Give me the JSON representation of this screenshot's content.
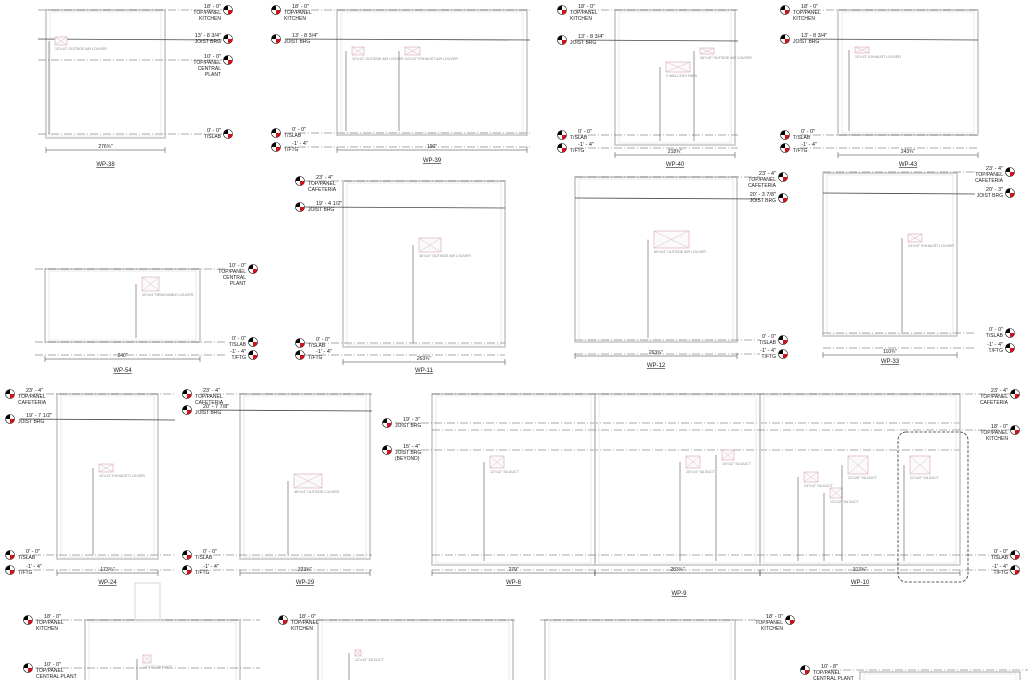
{
  "sheet": {
    "colors": {
      "marker_black": "#000000",
      "marker_red": "#d0121b",
      "opening_outline": "#d9a5b5"
    },
    "group_label": "WP-9",
    "panels": [
      {
        "id": "WP-38",
        "width": "276¾\"",
        "levels": [
          {
            "elev": "18' - 0\"",
            "name": [
              "TOP/PANEL",
              "KITCHEN"
            ]
          },
          {
            "elev": "13' - 8 3/4\"",
            "name": [
              "JOIST BRG"
            ]
          },
          {
            "elev": "10' - 0\"",
            "name": [
              "TOP/PANEL",
              "CENTRAL",
              "PLANT"
            ]
          },
          {
            "elev": "0' - 0\"",
            "name": [
              "T/SLAB"
            ]
          }
        ],
        "openings": [
          "12\"x12\" OUTSIDE AIR LOUVER"
        ]
      },
      {
        "id": "WP-39",
        "width": "190\"",
        "levels": [
          {
            "elev": "18' - 0\"",
            "name": [
              "TOP/PANEL",
              "KITCHEN"
            ]
          },
          {
            "elev": "13' - 8 3/4\"",
            "name": [
              "JOIST BRG"
            ]
          },
          {
            "elev": "0' - 0\"",
            "name": [
              "T/SLAB"
            ]
          },
          {
            "elev": "-1' - 4\"",
            "name": [
              "T/FTG"
            ]
          }
        ],
        "openings": [
          "12\"x12\" OUTSIDE AIR LOUVER",
          "24\"x12\" EXHAUST AIR LOUVER"
        ]
      },
      {
        "id": "WP-40",
        "width": "218¾\"",
        "levels": [
          {
            "elev": "18' - 0\"",
            "name": [
              "TOP/PANEL",
              "KITCHEN"
            ]
          },
          {
            "elev": "13' - 8 3/4\"",
            "name": [
              "JOIST BRG"
            ]
          },
          {
            "elev": "0' - 0\"",
            "name": [
              "T/SLAB"
            ]
          },
          {
            "elev": "-1' - 4\"",
            "name": [
              "T/FTG"
            ]
          }
        ],
        "openings": [
          "2 WALL EXH FANS",
          "36\"x12\" OUTSIDE AIR LOUVER"
        ]
      },
      {
        "id": "WP-43",
        "width": "243¾\"",
        "levels": [
          {
            "elev": "18' - 0\"",
            "name": [
              "TOP/PANEL",
              "KITCHEN"
            ]
          },
          {
            "elev": "13' - 8 3/4\"",
            "name": [
              "JOIST BRG"
            ]
          },
          {
            "elev": "0' - 0\"",
            "name": [
              "T/SLAB"
            ]
          },
          {
            "elev": "-1' - 4\"",
            "name": [
              "T/FTG"
            ]
          }
        ],
        "openings": [
          "24\"x12\" EXHAUST LOUVER"
        ]
      },
      {
        "id": "WP-54",
        "width": "240\"",
        "levels": [
          {
            "elev": "10' - 0\"",
            "name": [
              "TOP/PANEL",
              "CENTRAL",
              "PLANT"
            ]
          },
          {
            "elev": "0' - 0\"",
            "name": [
              "T/SLAB"
            ]
          },
          {
            "elev": "-1' - 4\"",
            "name": [
              "T/FTG"
            ]
          }
        ],
        "openings": [
          "30\"x24\" REMOVABLE LOUVER"
        ]
      },
      {
        "id": "WP-11",
        "width": "263¾\"",
        "levels": [
          {
            "elev": "23' - 4\"",
            "name": [
              "TOP/PANEL",
              "CAFETERIA"
            ]
          },
          {
            "elev": "19' - 4 1/2\"",
            "name": [
              "JOIST BRG"
            ]
          },
          {
            "elev": "0' - 0\"",
            "name": [
              "T/SLAB"
            ]
          },
          {
            "elev": "-1' - 4\"",
            "name": [
              "T/FTG"
            ]
          }
        ],
        "openings": [
          "36\"x24\" OUTSIDE AIR LOUVER"
        ]
      },
      {
        "id": "WP-12",
        "width": "263¾\"",
        "levels": [
          {
            "elev": "23' - 4\"",
            "name": [
              "TOP/PANEL",
              "CAFETERIA"
            ]
          },
          {
            "elev": "20' - 3 7/8\"",
            "name": [
              "JOIST BRG"
            ]
          },
          {
            "elev": "0' - 0\"",
            "name": [
              "T/SLAB"
            ]
          },
          {
            "elev": "-1' - 4\"",
            "name": [
              "T/FTG"
            ]
          }
        ],
        "openings": [
          "60\"x24\" OUTSIDE AIR LOUVER"
        ]
      },
      {
        "id": "WP-33",
        "width": "110¾\"",
        "levels": [
          {
            "elev": "23' - 4\"",
            "name": [
              "TOP/PANEL",
              "CAFETERIA"
            ]
          },
          {
            "elev": "20' - 3\"",
            "name": [
              "JOIST BRG"
            ]
          },
          {
            "elev": "0' - 0\"",
            "name": [
              "T/SLAB"
            ]
          },
          {
            "elev": "-1' - 4\"",
            "name": [
              "T/FTG"
            ]
          }
        ],
        "openings": [
          "24\"x12\" EXHAUST LOUVER"
        ]
      },
      {
        "id": "WP-24",
        "width": "173¾\"",
        "levels": [
          {
            "elev": "23' - 4\"",
            "name": [
              "TOP/PANEL",
              "CAFETERIA"
            ]
          },
          {
            "elev": "19' - 7 1/2\"",
            "name": [
              "JOIST BRG"
            ]
          },
          {
            "elev": "0' - 0\"",
            "name": [
              "T/SLAB"
            ]
          },
          {
            "elev": "-1' - 4\"",
            "name": [
              "T/FTG"
            ]
          }
        ],
        "openings": [
          "24\"x12\" EXHAUST LOUVER"
        ]
      },
      {
        "id": "WP-29",
        "width": "333¾\"",
        "levels": [
          {
            "elev": "23' - 4\"",
            "name": [
              "TOP/PANEL",
              "CAFETERIA"
            ]
          },
          {
            "elev": "20' - 7 7/8\"",
            "name": [
              "JOIST BRG"
            ]
          },
          {
            "elev": "0' - 0\"",
            "name": [
              "T/SLAB"
            ]
          },
          {
            "elev": "-1' - 4\"",
            "name": [
              "T/FTG"
            ]
          }
        ],
        "openings": [
          "48\"x24\" OUTSIDE LOUVER"
        ]
      },
      {
        "id": "WP-8",
        "width": "279\"",
        "levels": [
          {
            "elev": "19' - 3\"",
            "name": [
              "JOIST BRG"
            ]
          },
          {
            "elev": "15' - 4\"",
            "name": [
              "JOIST BRG",
              "(BEYOND)"
            ]
          }
        ],
        "openings": [
          "12\"x12\" SA DUCT"
        ]
      },
      {
        "id": "",
        "width": "283¾\"",
        "levels": [],
        "openings": [
          "20\"x14\" SA DUCT",
          "14\"x12\" SA DUCT"
        ]
      },
      {
        "id": "WP-10",
        "width": "313¾\"",
        "levels": [
          {
            "elev": "23' - 4\"",
            "name": [
              "TOP/PANEL",
              "CAFETERIA"
            ]
          },
          {
            "elev": "18' - 0\"",
            "name": [
              "TOP/PANEL",
              "KITCHEN"
            ]
          },
          {
            "elev": "0' - 0\"",
            "name": [
              "T/SLAB"
            ]
          },
          {
            "elev": "-1' - 4\"",
            "name": [
              "T/FTG"
            ]
          }
        ],
        "openings": [
          "24\"x12\" SA DUCT",
          "12\"x12\" SA DUCT",
          "22\"x20\" SA DUCT",
          "22\"x20\" SA DUCT"
        ]
      },
      {
        "id": "",
        "width": "",
        "levels": [
          {
            "elev": "18' - 0\"",
            "name": [
              "TOP/PANEL",
              "KITCHEN"
            ]
          },
          {
            "elev": "10' - 0\"",
            "name": [
              "TOP/PANEL",
              "CENTRAL PLANT"
            ]
          }
        ],
        "openings": [
          "12\"x12\" SA DUCT"
        ]
      },
      {
        "id": "",
        "width": "",
        "levels": [
          {
            "elev": "18' - 0\"",
            "name": [
              "TOP/PANEL",
              "KITCHEN"
            ]
          }
        ],
        "openings": [
          "12\"x12\" SA DUCT"
        ]
      },
      {
        "id": "",
        "width": "",
        "levels": [
          {
            "elev": "18' - 0\"",
            "name": [
              "TOP/PANEL",
              "KITCHEN"
            ]
          }
        ],
        "openings": []
      },
      {
        "id": "",
        "width": "",
        "levels": [
          {
            "elev": "10' - 8\"",
            "name": [
              "TOP/PANEL",
              "CENTRAL PLANT"
            ]
          }
        ],
        "openings": []
      }
    ]
  }
}
